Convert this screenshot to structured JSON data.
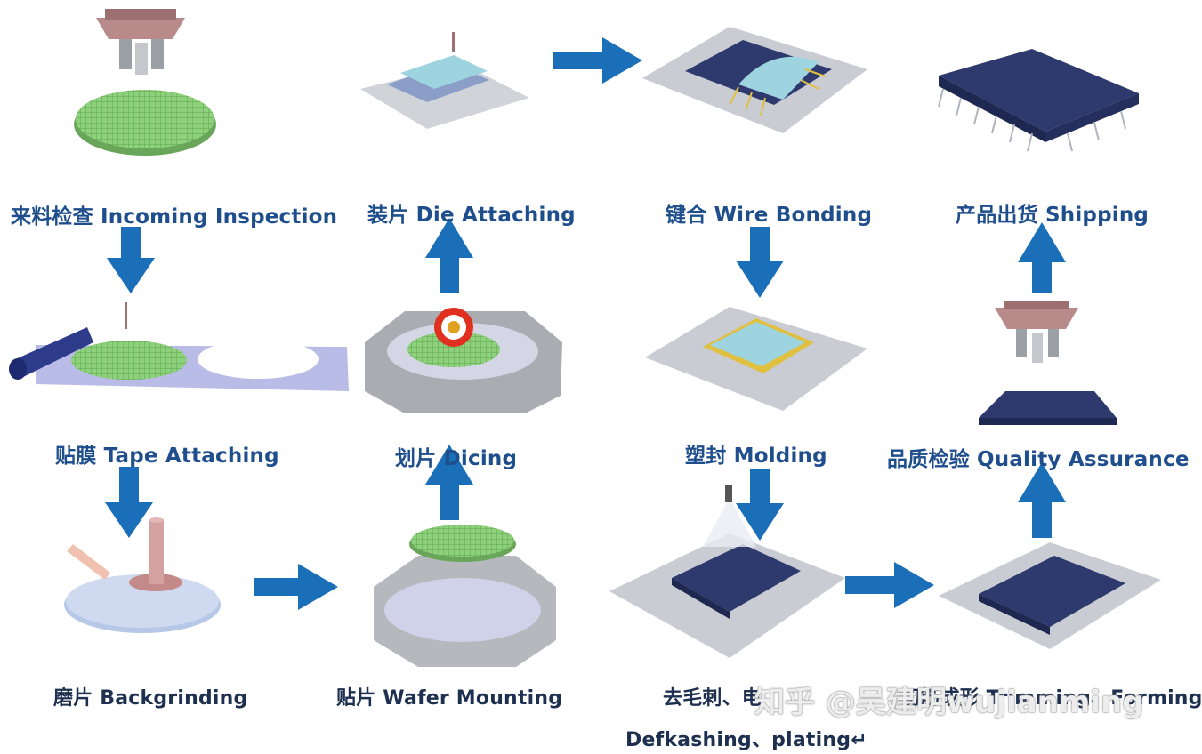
{
  "steps": {
    "incoming_inspection": "来料检查 Incoming Inspection",
    "tape_attaching": "贴膜 Tape Attaching",
    "backgrinding": "磨片 Backgrinding",
    "wafer_mounting": "贴片 Wafer Mounting",
    "dicing": "划片 Dicing",
    "die_attaching": "装片 Die Attaching",
    "wire_bonding": "键合 Wire Bonding",
    "molding": "塑封 Molding",
    "deflashing_line1": "去毛刺、电",
    "deflashing_line2": "Defkashing、plating↵",
    "trimming_forming": "切筋成形 Trimming、Forming",
    "quality_assurance": "品质检验 Quality Assurance",
    "shipping": "产品出货 Shipping"
  },
  "watermark": "知乎 @吴建明wujianming",
  "colors": {
    "arrow": "#1a6fb8",
    "label": "#1f4e8c",
    "chip": "#2e3a6e",
    "wafer_green": "#7cc26a",
    "frame_gray": "#c9ccd2"
  }
}
